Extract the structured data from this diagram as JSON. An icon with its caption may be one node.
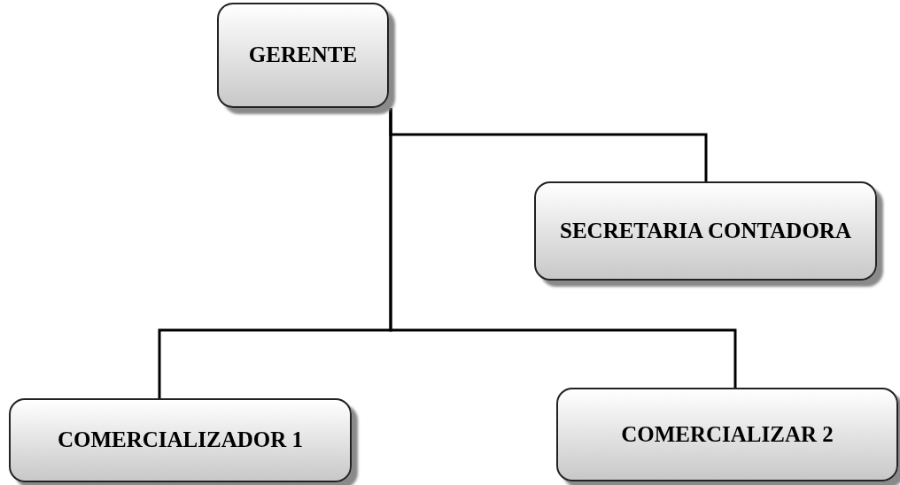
{
  "diagram": {
    "nodes": [
      {
        "text": [
          "GERENTE"
        ]
      },
      {
        "text": [
          "SECRETARIA CONTADORA"
        ]
      },
      {
        "text": [
          "COMERCIALIZADOR 1"
        ]
      },
      {
        "text": [
          "COMERCIALIZAR 2"
        ]
      }
    ],
    "edges": [
      {
        "from": 0,
        "to": 1,
        "arrow": "none"
      },
      {
        "from": 0,
        "to": 2,
        "arrow": "none"
      },
      {
        "from": 0,
        "to": 3,
        "arrow": "none"
      }
    ]
  }
}
